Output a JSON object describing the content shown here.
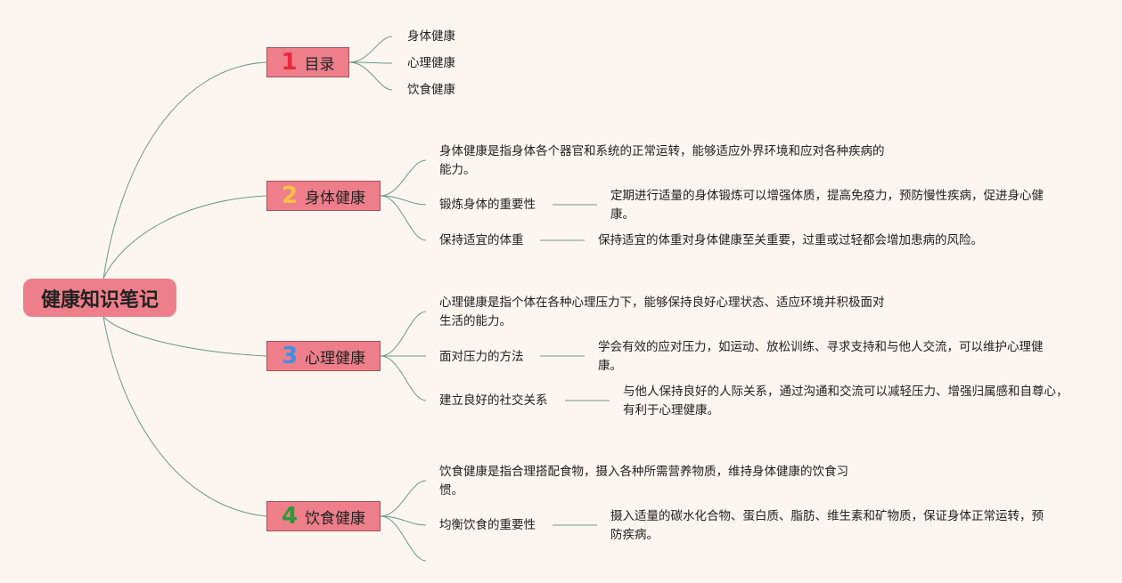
{
  "root": {
    "label": "健康知识笔记"
  },
  "topics": [
    {
      "badge": "1",
      "badge_color": "#e8283e",
      "label": "目录",
      "children": [
        {
          "text": "身体健康"
        },
        {
          "text": "心理健康"
        },
        {
          "text": "饮食健康"
        }
      ]
    },
    {
      "badge": "2",
      "badge_color": "#f6c244",
      "label": "身体健康",
      "children": [
        {
          "text": "身体健康是指身体各个器官和系统的正常运转，能够适应外界环境和应对各种疾病的能力。"
        },
        {
          "text": "锻炼身体的重要性",
          "detail": "定期进行适量的身体锻炼可以增强体质，提高免疫力，预防慢性疾病，促进身心健康。"
        },
        {
          "text": "保持适宜的体重",
          "detail": "保持适宜的体重对身体健康至关重要，过重或过轻都会增加患病的风险。"
        }
      ]
    },
    {
      "badge": "3",
      "badge_color": "#3d8ee6",
      "label": "心理健康",
      "children": [
        {
          "text": "心理健康是指个体在各种心理压力下，能够保持良好心理状态、适应环境并积极面对生活的能力。"
        },
        {
          "text": "面对压力的方法",
          "detail": "学会有效的应对压力，如运动、放松训练、寻求支持和与他人交流，可以维护心理健康。"
        },
        {
          "text": "建立良好的社交关系",
          "detail": "与他人保持良好的人际关系，通过沟通和交流可以减轻压力、增强归属感和自尊心，有利于心理健康。"
        }
      ]
    },
    {
      "badge": "4",
      "badge_color": "#2a9a3a",
      "label": "饮食健康",
      "children": [
        {
          "text": "饮食健康是指合理搭配食物，摄入各种所需营养物质，维持身体健康的饮食习惯。"
        },
        {
          "text": "均衡饮食的重要性",
          "detail": "摄入适量的碳水化合物、蛋白质、脂肪、维生素和矿物质，保证身体正常运转，预防疾病。"
        },
        {
          "text": ""
        }
      ]
    }
  ],
  "colors": {
    "connector": "#6a9a84",
    "topic_fill": "#ee7f8a",
    "background": "#fdf6f0"
  }
}
